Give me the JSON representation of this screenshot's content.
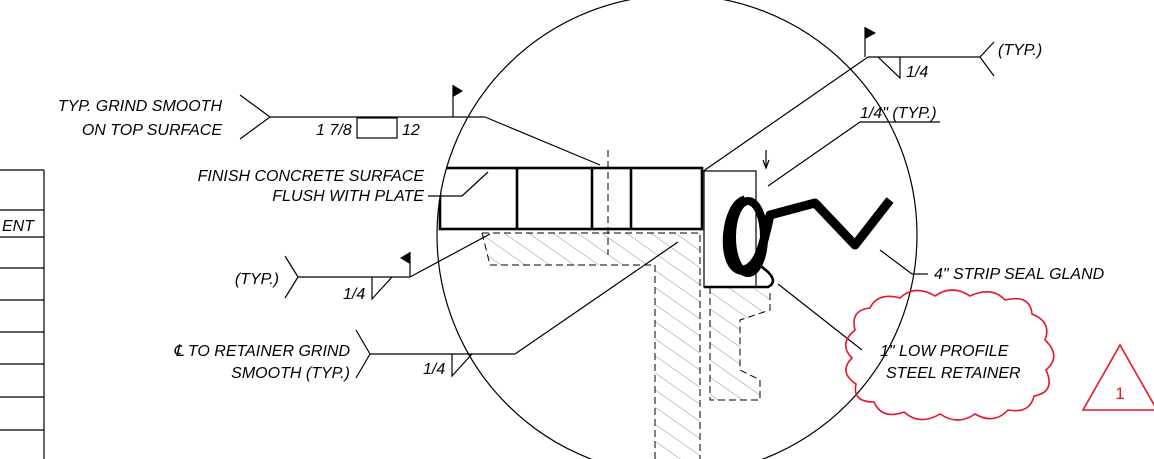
{
  "labels": {
    "typ_top_right": "(TYP.)",
    "weld_quarter": "1/4\" (TYP.)",
    "grind_line1": "TYP. GRIND SMOOTH",
    "grind_line2": "ON TOP SURFACE",
    "weld_length": "1 7/8",
    "weld_pitch": "12",
    "finish_line1": "FINISH CONCRETE SURFACE",
    "finish_line2": "FLUSH WITH PLATE",
    "typ_left": "(TYP.)",
    "weld_left": "1/4",
    "cl_line1": "℄ TO RETAINER GRIND",
    "cl_line2": "SMOOTH (TYP.)",
    "weld_bottom": "1/4",
    "weld_top_right": "1/4",
    "seal_gland": "4\" STRIP SEAL GLAND",
    "retainer_line1": "1\" LOW PROFILE",
    "retainer_line2": "STEEL RETAINER",
    "revision_number": "1",
    "table_header_fragment": "ENT"
  },
  "colors": {
    "revision": "#e4162a",
    "ink": "#000000"
  }
}
